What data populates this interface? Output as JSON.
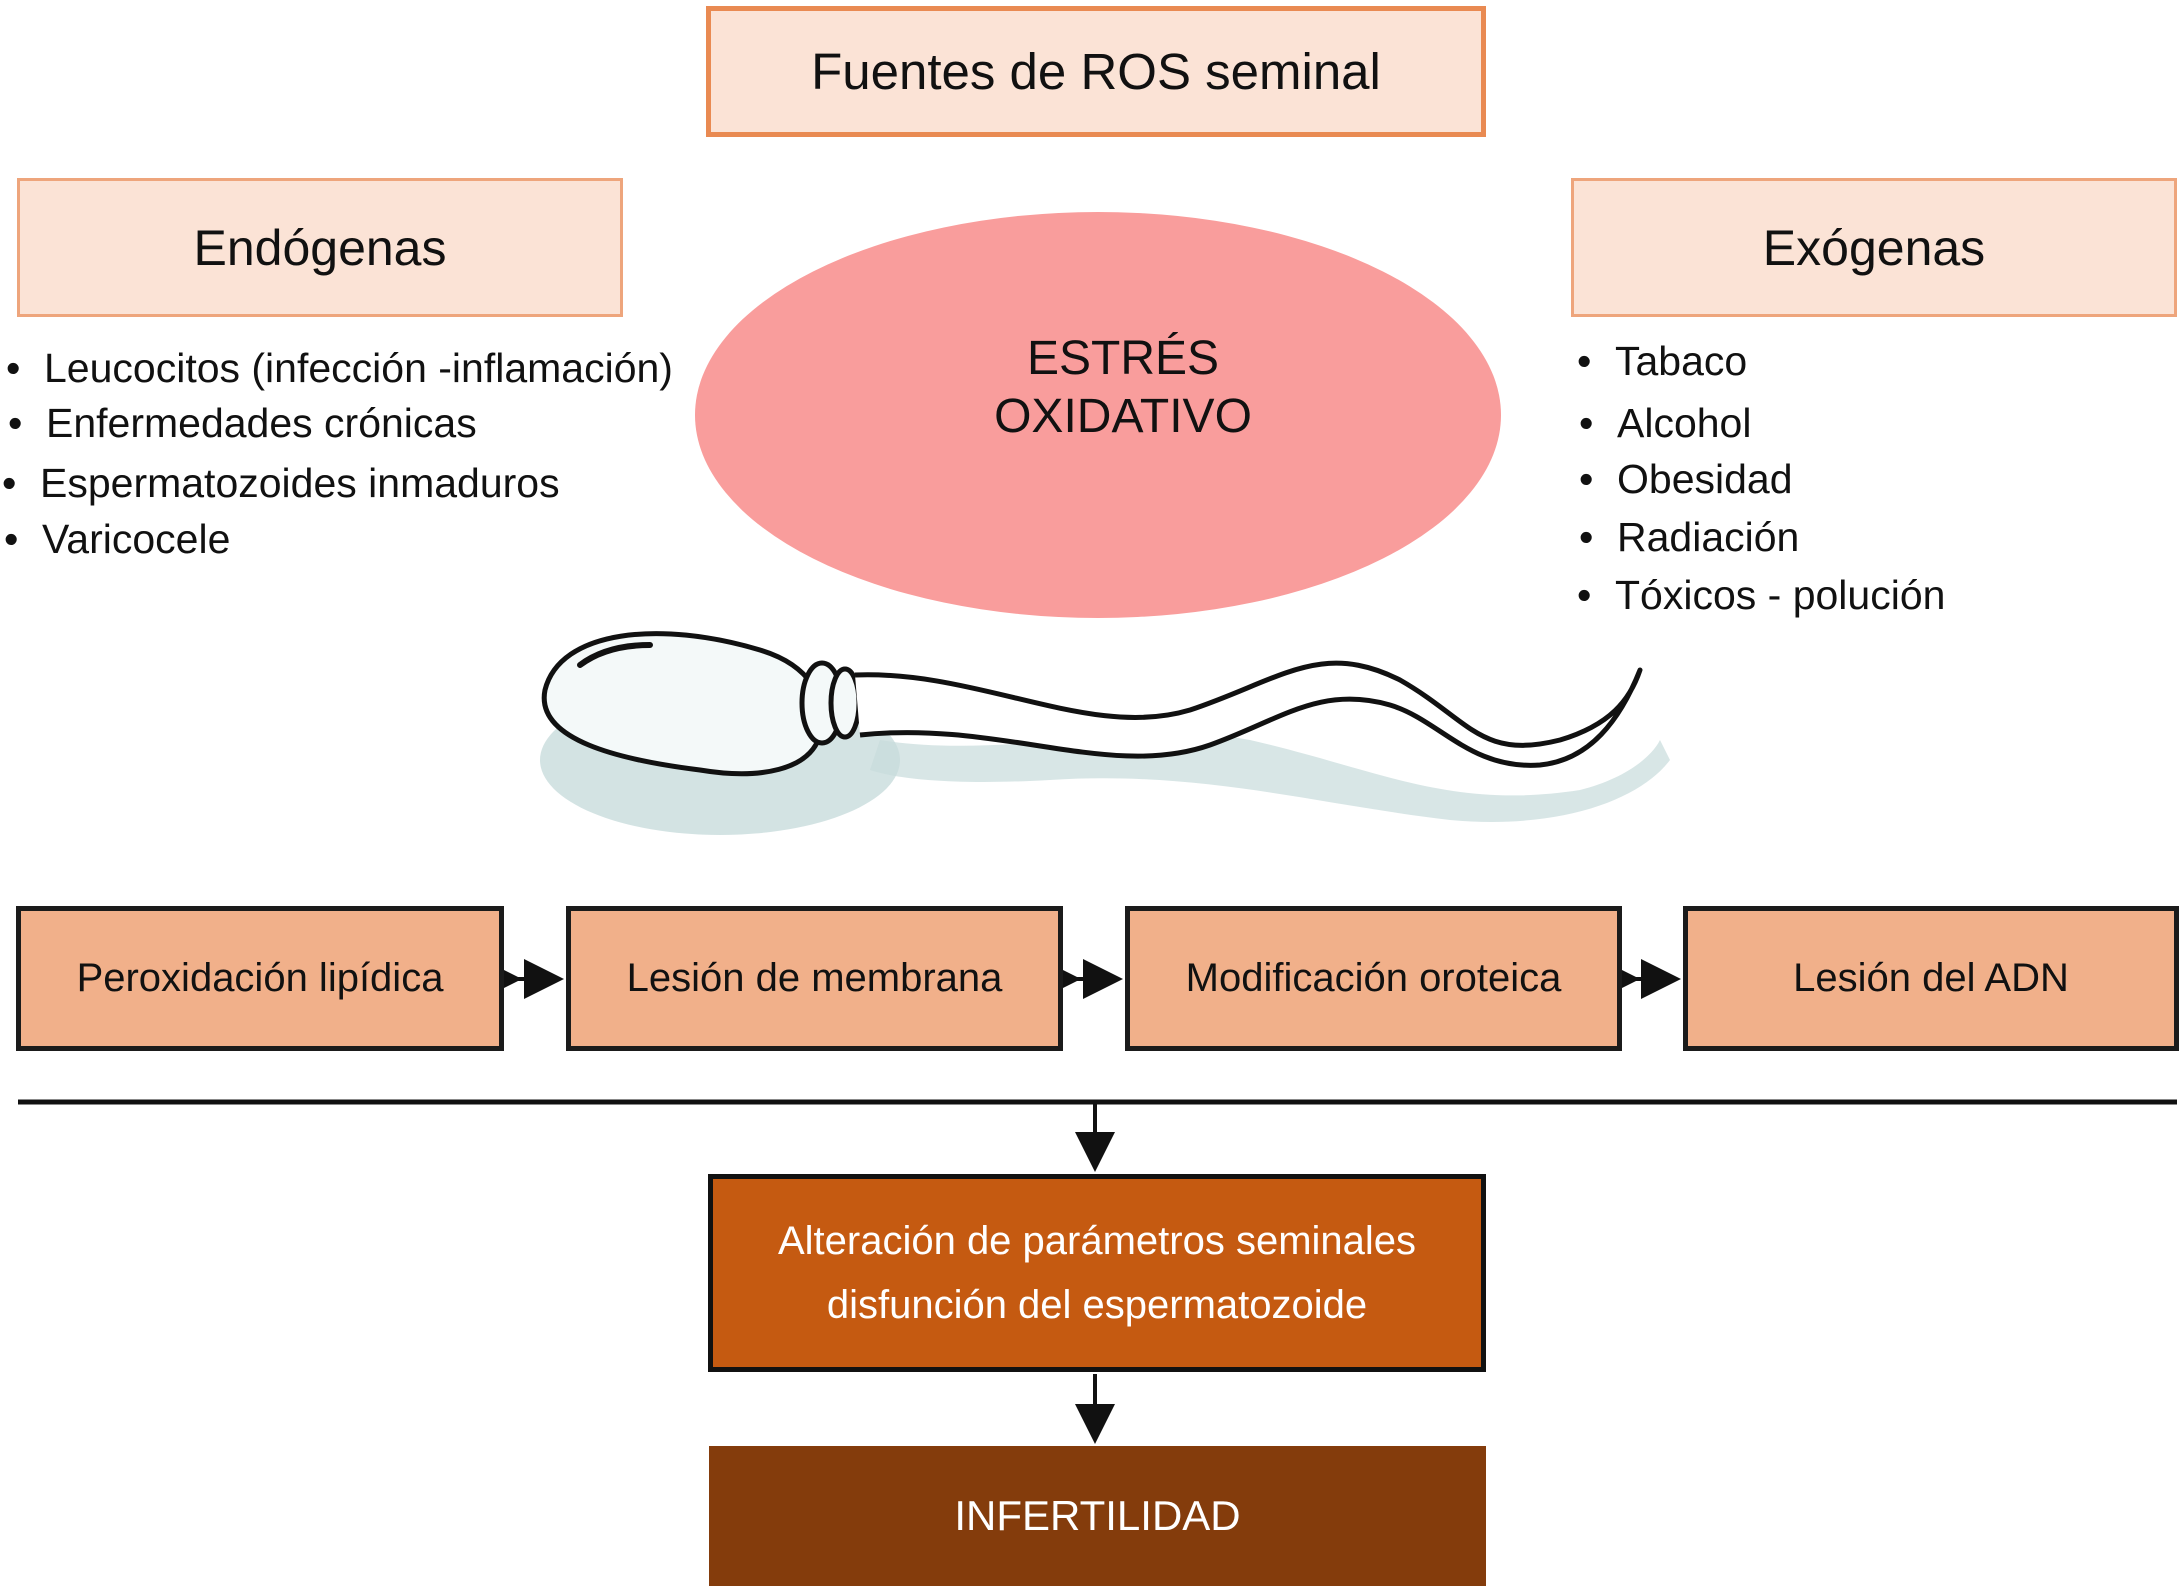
{
  "title": "Fuentes de ROS seminal",
  "center": {
    "line1": "ESTRÉS",
    "line2": "OXIDATIVO"
  },
  "endogenous": {
    "heading": "Endógenas",
    "items": [
      "Leucocitos (infección -inflamación)",
      "Enfermedades crónicas",
      "Espermatozoides inmaduros",
      "Varicocele"
    ]
  },
  "exogenous": {
    "heading": "Exógenas",
    "items": [
      "Tabaco",
      "Alcohol",
      "Obesidad",
      "Radiación",
      "Tóxicos - polución"
    ]
  },
  "effects": [
    "Peroxidación lipídica",
    "Lesión de membrana",
    "Modificación oroteica",
    "Lesión del ADN"
  ],
  "result": {
    "line1": "Alteración de parámetros seminales",
    "line2": "disfunción del espermatozoide"
  },
  "final": "INFERTILIDAD",
  "colors": {
    "title_fill": "#fbe3d6",
    "title_border": "#e98a52",
    "ellipse": "#f99d9c",
    "effect_fill": "#f1b08a",
    "result_fill": "#c55a11",
    "final_fill": "#843c0c"
  }
}
